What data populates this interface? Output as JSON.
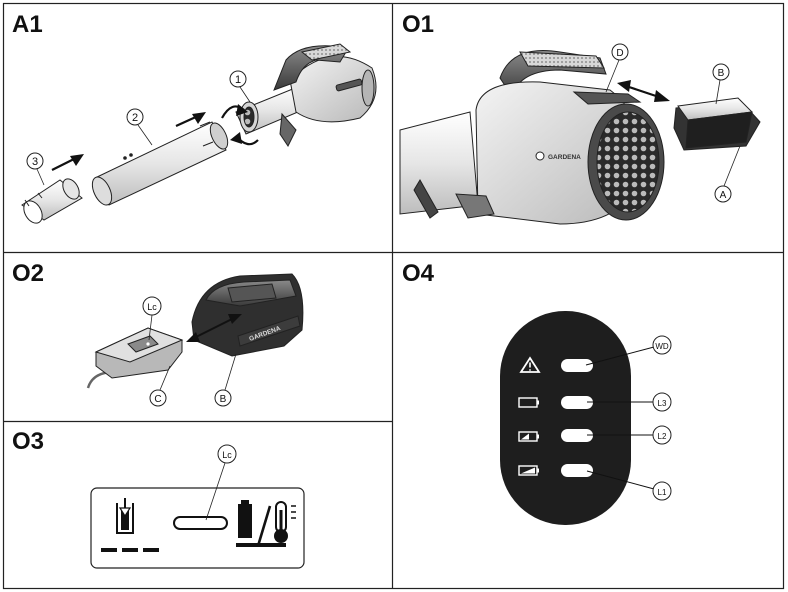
{
  "panels": {
    "a1": {
      "label": "A1",
      "callouts": [
        "1",
        "2",
        "3"
      ]
    },
    "o1": {
      "label": "O1",
      "callouts": [
        "D",
        "B",
        "A"
      ],
      "brand": "GARDENA"
    },
    "o2": {
      "label": "O2",
      "callouts": [
        "Lc",
        "C",
        "B"
      ],
      "brand": "GARDENA"
    },
    "o3": {
      "label": "O3",
      "callouts": [
        "Lc"
      ]
    },
    "o4": {
      "label": "O4",
      "callouts": [
        "WD",
        "L3",
        "L2",
        "L1"
      ]
    }
  },
  "colors": {
    "line": "#111111",
    "grid": "#222222",
    "led_panel": "#1e1e1e",
    "device_gray": "#9a9a9a"
  }
}
